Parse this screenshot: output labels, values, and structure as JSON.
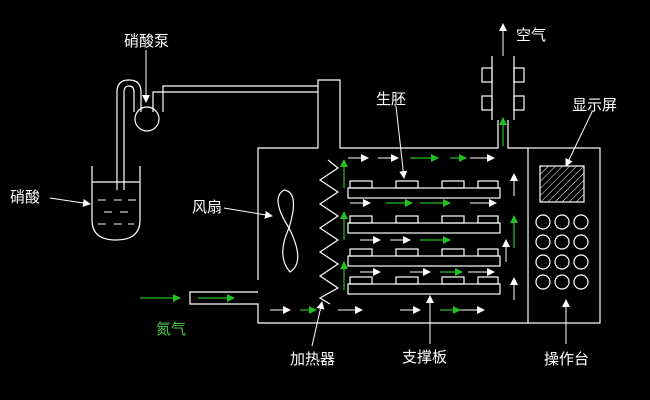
{
  "labels": {
    "nitric_acid_pump": "硝酸泵",
    "nitric_acid": "硝酸",
    "air": "空气",
    "green_body": "生胚",
    "display_screen": "显示屏",
    "fan": "风扇",
    "nitrogen": "氮气",
    "heater": "加热器",
    "support_plate": "支撑板",
    "operation_panel": "操作台"
  },
  "colors": {
    "background": "#000000",
    "line": "#ffffff",
    "flow_arrow": "#22c022",
    "label": "#ffffff",
    "nitrogen_label": "#4ec94e"
  }
}
